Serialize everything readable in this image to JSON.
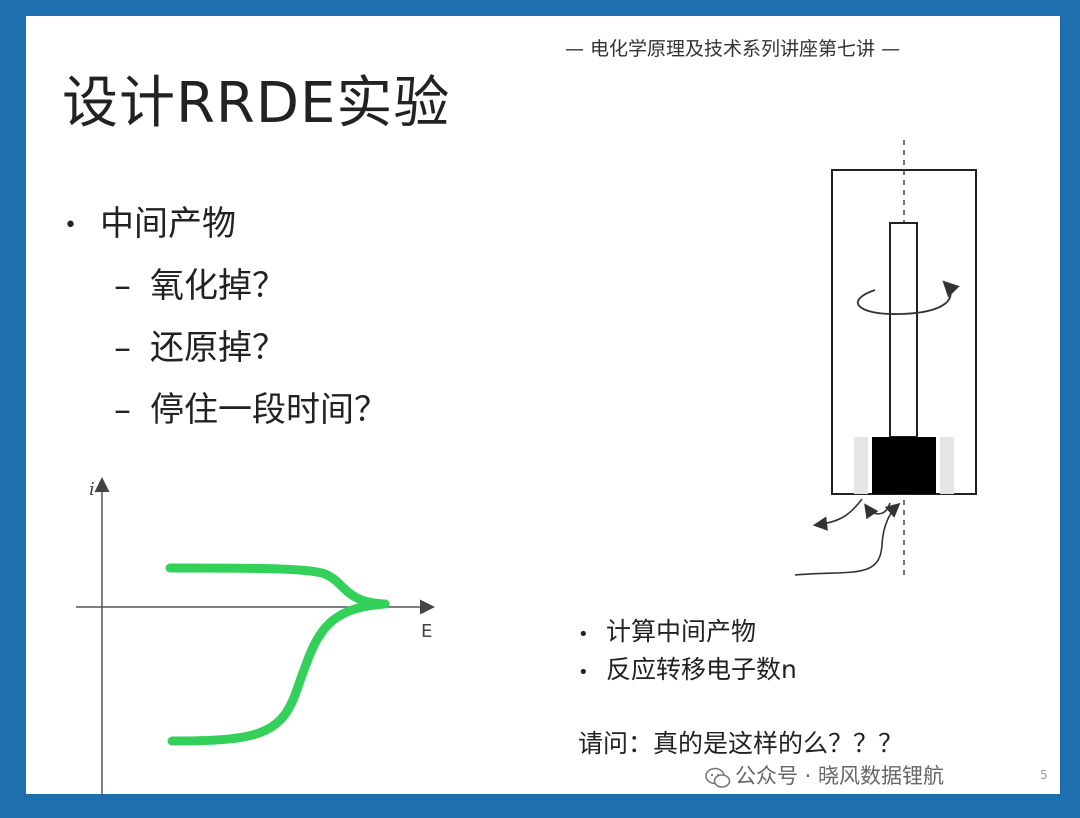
{
  "slide": {
    "series_label": "— 电化学原理及技术系列讲座第七讲 —",
    "title": "设计RRDE实验",
    "bullet_main": "中间产物",
    "sub_bullets": [
      "氧化掉？",
      "还原掉？",
      "停住一段时间？"
    ],
    "bullet_marker": "•",
    "dash_marker": "–",
    "right_bullets": [
      "计算中间产物",
      "反应转移电子数n"
    ],
    "question": "请问：真的是这样的么？？？"
  },
  "graph": {
    "y_label": "i",
    "x_label": "E",
    "curve_color": "#34d15a"
  },
  "watermark": {
    "text": "公众号 · 晓风数据锂航",
    "icon": "wechat-icon"
  },
  "page_number": "5"
}
